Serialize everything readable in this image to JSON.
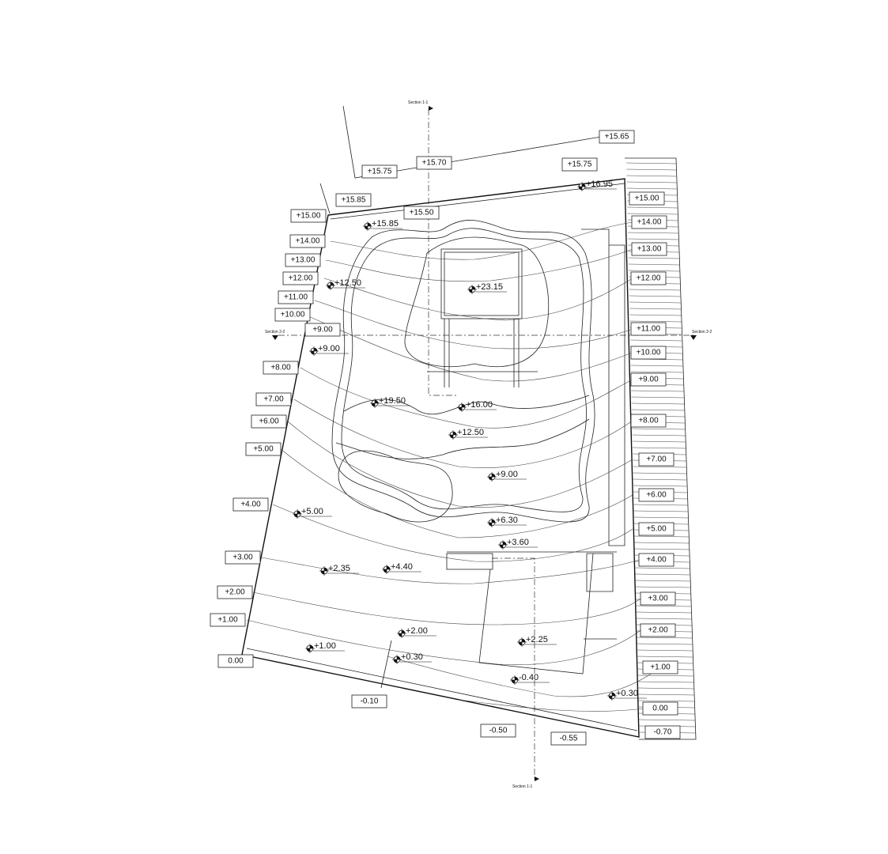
{
  "title": "Site grading plan",
  "sections": {
    "top": "Section 1-1",
    "bottom": "Section 1-1",
    "left": "Section 2-2",
    "right": "Section 2-2"
  },
  "contour_labels_left": [
    "+15.75",
    "+15.70",
    "+15.65",
    "+15.75",
    "+15.85",
    "+15.50",
    "+15.00",
    "+14.00",
    "+13.00",
    "+12.00",
    "+11.00",
    "+10.00",
    "+9.00",
    "+8.00",
    "+7.00",
    "+6.00",
    "+5.00",
    "+4.00",
    "+3.00",
    "+2.00",
    "+1.00",
    "0.00",
    "-0.10",
    "-0.50",
    "-0.55"
  ],
  "contour_labels_right": [
    "+15.00",
    "+14.00",
    "+13.00",
    "+12.00",
    "+11.00",
    "+10.00",
    "+9.00",
    "+8.00",
    "+7.00",
    "+6.00",
    "+5.00",
    "+4.00",
    "+3.00",
    "+2.00",
    "+1.00",
    "0.00",
    "-0.70"
  ],
  "spot_elevations": [
    "+16.95",
    "+15.85",
    "+12.50",
    "+23.15",
    "+9.00",
    "+19.50",
    "+16.00",
    "+12.50",
    "+9.00",
    "+6.30",
    "+3.60",
    "+5.00",
    "+2.35",
    "+4.40",
    "+2.00",
    "+2.25",
    "+1.00",
    "+0.30",
    "-0.40",
    "+0.30"
  ]
}
